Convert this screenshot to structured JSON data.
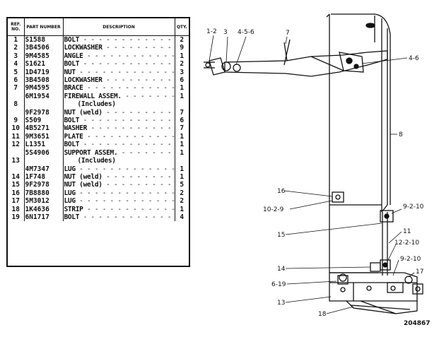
{
  "table": {
    "headers": {
      "ref": "REF. NO.",
      "part": "PART NUMBER",
      "desc": "DESCRIPTION",
      "qty": "QTY."
    },
    "rows": [
      {
        "ref": "1",
        "part": "S1588",
        "desc": "BOLT",
        "qty": "2"
      },
      {
        "ref": "2",
        "part": "3B4506",
        "desc": "LOCKWASHER",
        "qty": "9"
      },
      {
        "ref": "3",
        "part": "9M4585",
        "desc": "ANGLE",
        "qty": "1"
      },
      {
        "ref": "4",
        "part": "S1621",
        "desc": "BOLT",
        "qty": "2"
      },
      {
        "ref": "5",
        "part": "1D4719",
        "desc": "NUT",
        "qty": "3"
      },
      {
        "ref": "6",
        "part": "3B4508",
        "desc": "LOCKWASHER",
        "qty": "6"
      },
      {
        "ref": "7",
        "part": "9M4595",
        "desc": "BRACE",
        "qty": "1"
      },
      {
        "ref": "",
        "part": "6M1954",
        "desc": "FIREWALL ASSEM.",
        "qty": "1"
      },
      {
        "ref": "8",
        "part": "",
        "desc": "(Includes)",
        "qty": ""
      },
      {
        "ref": "",
        "part": "9F2978",
        "desc": "NUT (weld)",
        "qty": "7"
      },
      {
        "ref": "9",
        "part": "S509",
        "desc": "BOLT",
        "qty": "6"
      },
      {
        "ref": "10",
        "part": "4B5271",
        "desc": "WASHER",
        "qty": "7"
      },
      {
        "ref": "11",
        "part": "9M3651",
        "desc": "PLATE",
        "qty": "1"
      },
      {
        "ref": "12",
        "part": "L1351",
        "desc": "BOLT",
        "qty": "1"
      },
      {
        "ref": "",
        "part": "5S4906",
        "desc": "SUPPORT ASSEM.",
        "qty": "1"
      },
      {
        "ref": "13",
        "part": "",
        "desc": "(Includes)",
        "qty": ""
      },
      {
        "ref": "",
        "part": "4M7347",
        "desc": "LUG",
        "qty": "1"
      },
      {
        "ref": "14",
        "part": "1F748",
        "desc": "NUT (weld)",
        "qty": "1"
      },
      {
        "ref": "15",
        "part": "9F2978",
        "desc": "NUT (weld)",
        "qty": "5"
      },
      {
        "ref": "16",
        "part": "7B8880",
        "desc": "LUG",
        "qty": "2"
      },
      {
        "ref": "17",
        "part": "5M3012",
        "desc": "LUG",
        "qty": "2"
      },
      {
        "ref": "18",
        "part": "1K4636",
        "desc": "STRIP",
        "qty": "1"
      },
      {
        "ref": "19",
        "part": "6N1717",
        "desc": "BOLT",
        "qty": "4"
      }
    ]
  },
  "callouts": {
    "c_1_2": "1-2",
    "c_3": "3",
    "c_4_5_6a": "4-5-6",
    "c_7": "7",
    "c_4_6": "4-6",
    "c_8": "8",
    "c_16": "16",
    "c_10_2_9a": "10-2-9",
    "c_9_2_10a": "9-2-10",
    "c_15": "15",
    "c_11": "11",
    "c_12_2_10": "12-2-10",
    "c_14": "14",
    "c_9_2_10b": "9-2-10",
    "c_6_19": "6-19",
    "c_17": "17",
    "c_13": "13",
    "c_18": "18"
  },
  "drawing_number": "204867"
}
